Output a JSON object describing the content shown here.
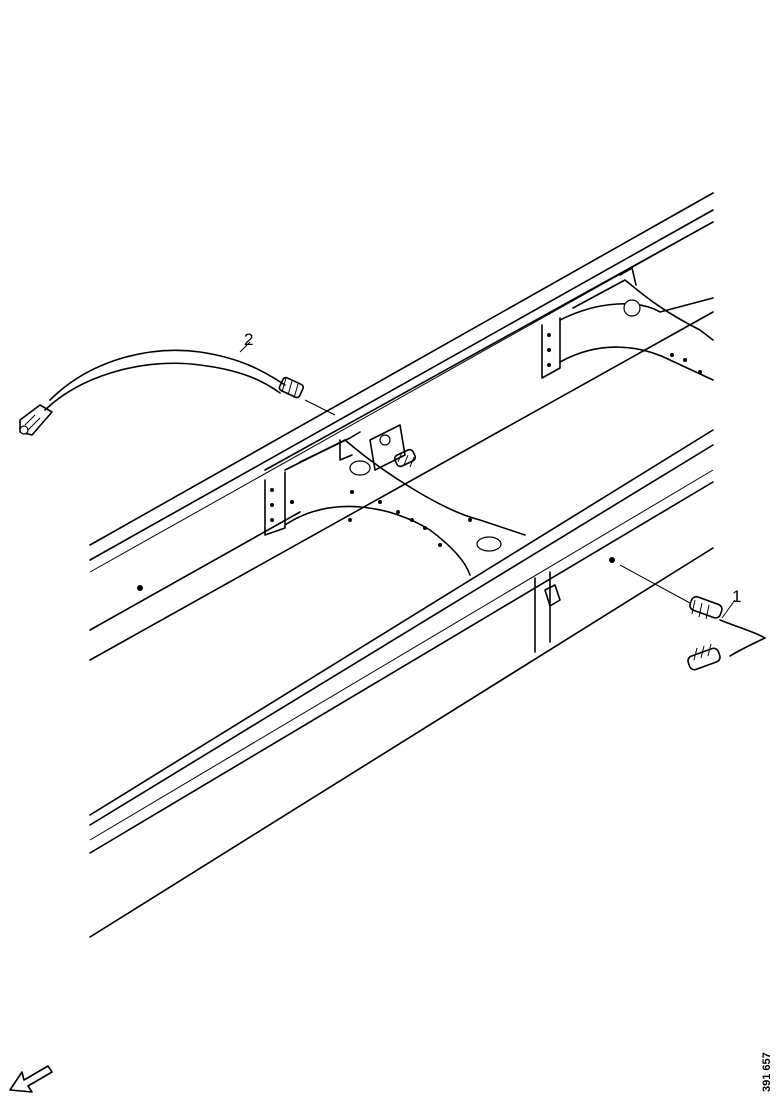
{
  "callouts": [
    {
      "id": "1",
      "label": "1",
      "part": "hose-fitting-right"
    },
    {
      "id": "2",
      "label": "2",
      "part": "curved-hose-left"
    }
  ],
  "figure_id": "391 657",
  "icons": {
    "direction_arrow": "front-direction-arrow-icon"
  }
}
